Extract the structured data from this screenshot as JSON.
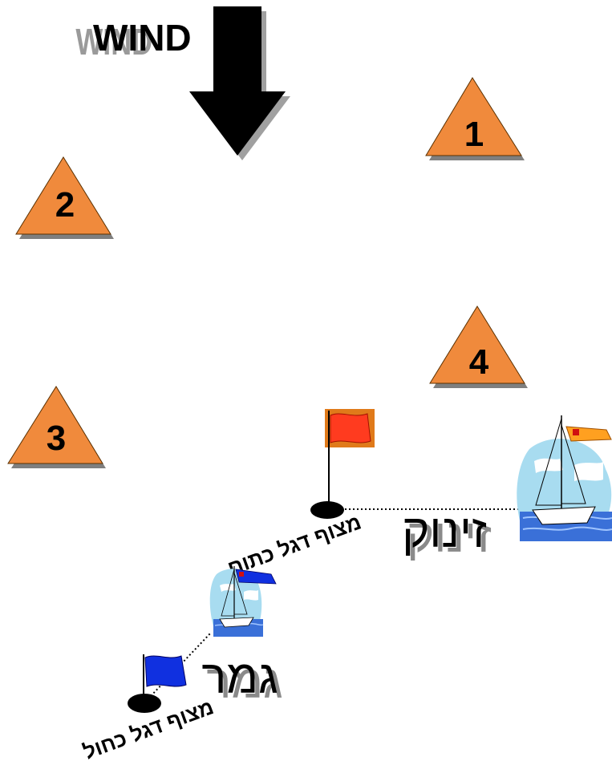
{
  "wind": {
    "label": "WIND"
  },
  "marks": [
    {
      "id": "mark-1",
      "number": "1"
    },
    {
      "id": "mark-2",
      "number": "2"
    },
    {
      "id": "mark-3",
      "number": "3"
    },
    {
      "id": "mark-4",
      "number": "4"
    }
  ],
  "start": {
    "buoy_label": "מצוף דגל כתום",
    "line_label": "זינוק"
  },
  "finish": {
    "buoy_label": "מצוף דגל כחול",
    "line_label": "גמר"
  },
  "colors": {
    "mark_fill": "#f08a3c",
    "mark_shadow": "#7f7f7f",
    "orange_flag": "#ff3b1f",
    "orange_flag_bg": "#e07a1a",
    "blue_flag": "#1030e0",
    "sea": "#3a70d8",
    "sky": "#a8dcf0"
  }
}
